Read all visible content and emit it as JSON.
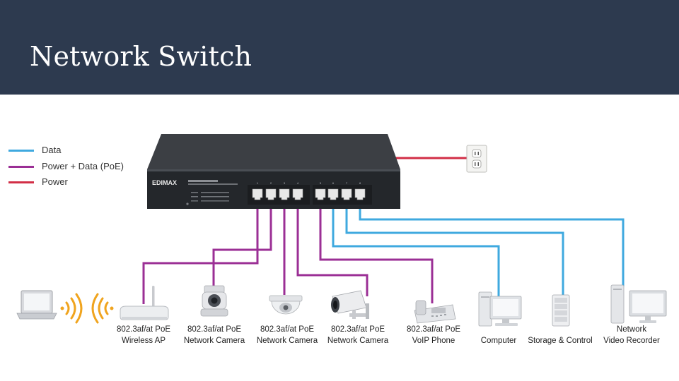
{
  "title": "Network Switch",
  "colors": {
    "data": "#3fa9df",
    "poe": "#9b2f95",
    "power": "#d22e46",
    "header": "#2d3a4f"
  },
  "legend": [
    {
      "label": "Data",
      "color": "#3fa9df"
    },
    {
      "label": "Power + Data (PoE)",
      "color": "#9b2f95"
    },
    {
      "label": "Power",
      "color": "#d22e46"
    }
  ],
  "switch": {
    "brand": "EDIMAX",
    "port_numbers": [
      "1",
      "2",
      "3",
      "4",
      "5",
      "6",
      "7",
      "8"
    ]
  },
  "devices": [
    {
      "icon": "wireless-ap-icon",
      "line1": "802.3af/at PoE",
      "line2": "Wireless AP"
    },
    {
      "icon": "ptz-camera-icon",
      "line1": "802.3af/at PoE",
      "line2": "Network Camera"
    },
    {
      "icon": "dome-camera-icon",
      "line1": "802.3af/at PoE",
      "line2": "Network Camera"
    },
    {
      "icon": "bullet-camera-icon",
      "line1": "802.3af/at PoE",
      "line2": "Network Camera"
    },
    {
      "icon": "voip-phone-icon",
      "line1": "802.3af/at PoE",
      "line2": "VoIP Phone"
    },
    {
      "icon": "computer-icon",
      "line1": "",
      "line2": "Computer"
    },
    {
      "icon": "storage-icon",
      "line1": "",
      "line2": "Storage & Control"
    },
    {
      "icon": "nvr-icon",
      "line1": "Network",
      "line2": "Video Recorder"
    }
  ]
}
